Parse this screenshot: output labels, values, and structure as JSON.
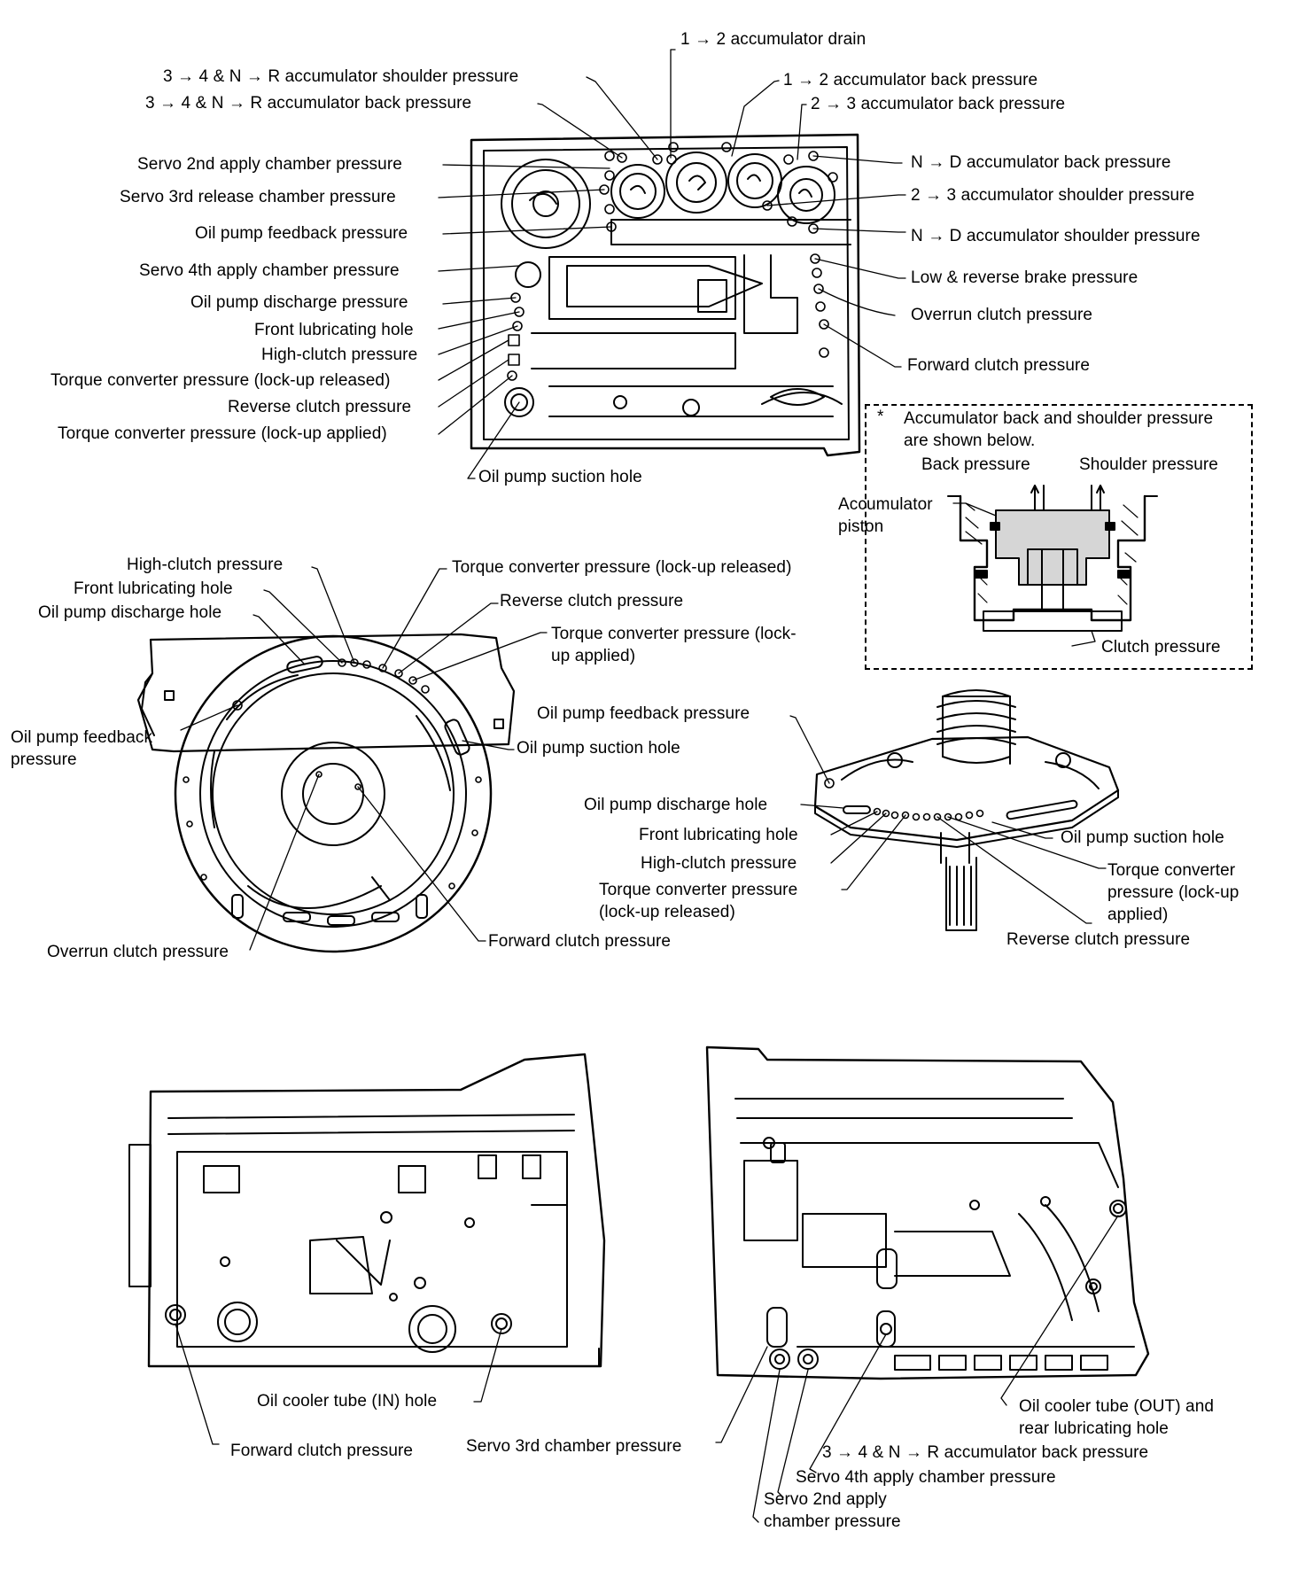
{
  "labels": {
    "d1_acc_drain": "1 → 2 accumulator drain",
    "d1_34nr_shoulder": "3 → 4 & N → R accumulator shoulder pressure",
    "d1_12_back": "1 → 2 accumulator back pressure",
    "d1_34nr_back": "3 → 4 & N → R accumulator back pressure",
    "d1_23_back": "2 → 3 accumulator back pressure",
    "d1_servo2nd": "Servo 2nd apply chamber pressure",
    "d1_nd_back": "N → D accumulator back pressure",
    "d1_servo3rd_rel": "Servo 3rd release chamber pressure",
    "d1_23_shoulder": "2 → 3 accumulator shoulder pressure",
    "d1_feedback": "Oil pump feedback pressure",
    "d1_nd_shoulder": "N → D accumulator shoulder pressure",
    "d1_servo4th": "Servo 4th apply chamber pressure",
    "d1_low_rev": "Low & reverse brake pressure",
    "d1_discharge": "Oil pump discharge pressure",
    "d1_overrun": "Overrun clutch pressure",
    "d1_front_lub": "Front lubricating hole",
    "d1_high_clutch": "High-clutch pressure",
    "d1_forward": "Forward clutch pressure",
    "d1_tc_released": "Torque converter pressure (lock-up released)",
    "d1_reverse": "Reverse clutch pressure",
    "d1_tc_applied": "Torque converter pressure (lock-up applied)",
    "d1_suction": "Oil pump suction hole",
    "note_star": "*",
    "note_title": "Accumulator back and shoulder pressure are shown below.",
    "note_back": "Back pressure",
    "note_shoulder": "Shoulder pressure",
    "note_piston": "Accumulator piston",
    "note_clutch": "Clutch pressure",
    "d2_high_clutch": "High-clutch pressure",
    "d2_front_lub": "Front lubricating hole",
    "d2_discharge": "Oil pump discharge hole",
    "d2_tc_released": "Torque converter pressure (lock-up released)",
    "d2_reverse": "Reverse clutch pressure",
    "d2_tc_applied": "Torque converter pressure (lock-up applied)",
    "d2_feedback": "Oil pump feedback pressure",
    "d2_suction": "Oil pump suction hole",
    "d2_overrun": "Overrun clutch pressure",
    "d2_forward": "Forward clutch pressure",
    "d3_feedback": "Oil pump feedback pressure",
    "d3_discharge": "Oil pump discharge hole",
    "d3_front_lub": "Front lubricating hole",
    "d3_high_clutch": "High-clutch pressure",
    "d3_tc_released": "Torque converter pressure (lock-up released)",
    "d3_suction": "Oil pump suction hole",
    "d3_tc_applied": "Torque converter pressure (lock-up applied)",
    "d3_reverse": "Reverse clutch pressure",
    "d4_cooler_in": "Oil cooler tube (IN) hole",
    "d4_forward": "Forward clutch pressure",
    "d4_servo3rd": "Servo 3rd chamber pressure",
    "d4_cooler_out": "Oil cooler tube (OUT) and rear lubricating hole",
    "d4_34nr_back": "3 → 4 & N → R accumulator back pressure",
    "d4_servo4th": "Servo 4th apply chamber pressure",
    "d4_servo2nd": "Servo 2nd apply chamber pressure"
  }
}
